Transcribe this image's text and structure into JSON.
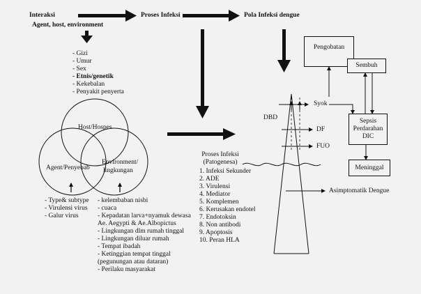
{
  "header": {
    "interaction": "Interaksi",
    "interaction_sub": "Agent, host, environment",
    "process": "Proses Infeksi",
    "pattern": "Pola Infeksi dengue"
  },
  "host_factors": [
    "- Gizi",
    "- Umur",
    "- Sex",
    "- Etnis/genetik",
    "- Kekebalan",
    "- Penyakit penyerta"
  ],
  "venn": {
    "host": "Host/Hospes",
    "agent": "Agent/Penyebab",
    "environment": "Environment/",
    "environment_2": "lingkungan"
  },
  "agent_factors": [
    "- Type& subtype",
    "- Virulensi virus",
    "-  Galur virus"
  ],
  "environment_factors": [
    "- kelembaban nisbi",
    "- cuaca",
    "- Kepadatan larva+nyamuk dewasa",
    "  Ae. Aegypti & Ae.Albopictus",
    "- Lingkungan dlm rumah tinggal",
    "- Lingkungan diluar rumah",
    "- Tempat ibadah",
    "- Ketinggian tempat tinggal",
    "  (pegunungan atau dataran)",
    "- Perilaku masyarakat"
  ],
  "pathogenesis": {
    "title": "Proses Infeksi",
    "subtitle": "(Patogenesa)",
    "items": [
      "1. Infeksi Sekunder",
      "2. ADE",
      "3. Virulensi",
      "4. Mediator",
      "5. Komplemen",
      "6. Kerusakan endotel",
      "7. Endotoksin",
      "8. Non antibodi",
      "9. Apoptosis",
      "10. Peran HLA"
    ]
  },
  "iceberg": {
    "syok": "Syok",
    "dbd": "DBD",
    "df": "DF",
    "fuo": "FUO",
    "asymptomatic": "Asimptomatik Dengue"
  },
  "boxes": {
    "pengobatan": "Pengobatan",
    "sembuh": "Sembuh",
    "sepsis": [
      "Sepsis",
      "Perdarahan",
      "DIC"
    ],
    "meninggal": "Meninggal"
  }
}
